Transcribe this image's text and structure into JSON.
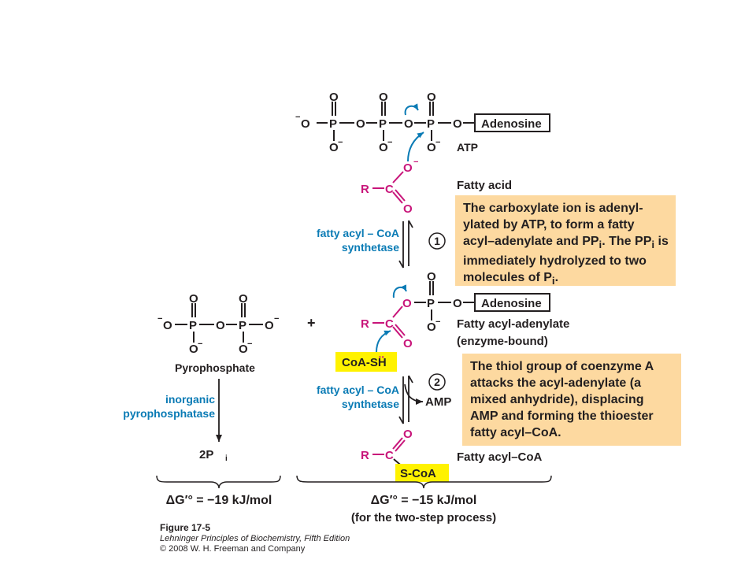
{
  "atom": {
    "o": "O",
    "p": "P",
    "minus": "−",
    "r": "R",
    "c": "C"
  },
  "atp": {
    "label": "ATP",
    "adenosine": "Adenosine"
  },
  "fatty_acid": {
    "label": "Fatty acid"
  },
  "step1": {
    "number": "1",
    "enzyme_line1": "fatty acyl – CoA",
    "enzyme_line2": "synthetase",
    "note_html": "The carboxylate ion is adenyl-<br>ylated by ATP, to form a fatty<br>acyl–adenylate and PP<sub>i</sub>. The PP<sub>i</sub> is<br>immediately hydrolyzed to two<br>molecules of P<sub>i</sub>."
  },
  "intermediate": {
    "adenosine": "Adenosine",
    "label_line1": "Fatty acyl-adenylate",
    "label_line2": "(enzyme-bound)",
    "plus": "+"
  },
  "coash": {
    "label": "CoA-SH",
    "lone_pair": "••"
  },
  "pyrophosphate": {
    "label": "Pyrophosphate",
    "enzyme_line1": "inorganic",
    "enzyme_line2": "pyrophosphatase",
    "product": "2P",
    "product_sub": "i"
  },
  "step2": {
    "number": "2",
    "enzyme_line1": "fatty acyl – CoA",
    "enzyme_line2": "synthetase",
    "byproduct": "AMP",
    "note_html": "The thiol group of coenzyme A<br>attacks the acyl-adenylate (a<br>mixed anhydride), displacing<br>AMP and forming the thioester<br>fatty acyl–CoA."
  },
  "product": {
    "label": "Fatty acyl–CoA",
    "scoa": "S-CoA"
  },
  "energy": {
    "left": "ΔG′° = −19 kJ/mol",
    "right_line1": "ΔG′° = −15 kJ/mol",
    "right_line2": "(for the two-step process)"
  },
  "caption": {
    "title": "Figure 17-5",
    "book": "Lehninger Principles of Biochemistry, Fifth Edition",
    "copyright": "© 2008 W. H. Freeman and Company"
  },
  "colors": {
    "magenta": "#c8157a",
    "blue": "#0a7bb5",
    "yellow": "#fff200",
    "note": "#fdd9a0",
    "ink": "#231f20"
  }
}
